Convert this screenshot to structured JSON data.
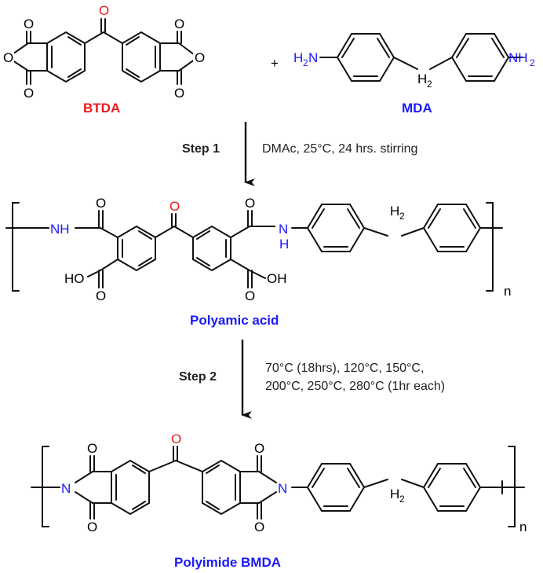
{
  "colors": {
    "bond": "#111111",
    "carbonyl_highlight": "#e8191c",
    "nitrogen": "#1a1aff",
    "btda_label": "#e8191c",
    "product_label": "#1a1aff",
    "text": "#222222"
  },
  "reactants": {
    "btda": {
      "label": "BTDA",
      "atoms": {
        "o_top_left": "O",
        "o_ring_left": "O",
        "o_bottom_left": "O",
        "o_center": "O",
        "o_top_right": "O",
        "o_ring_right": "O",
        "o_bottom_right": "O"
      }
    },
    "plus": "+",
    "mda": {
      "label": "MDA",
      "amine_left": "H",
      "amine_left_sub": "2",
      "amine_left_n": "N",
      "amine_right": "NH",
      "amine_right_sub": "2",
      "bridge": "H",
      "bridge_sub": "2"
    }
  },
  "step1": {
    "label": "Step 1",
    "conditions": "DMAc, 25°C, 24 hrs. stirring"
  },
  "polyamic_acid": {
    "label": "Polyamic acid",
    "nh_left": "NH",
    "n_right": "N",
    "h_right": "H",
    "o_amide_left": "O",
    "o_center": "O",
    "o_amide_right": "O",
    "oh_left": "HO",
    "oh_right": "OH",
    "o_acid_left": "O",
    "o_acid_right": "O",
    "bridge": "H",
    "bridge_sub": "2",
    "repeat": "n"
  },
  "step2": {
    "label": "Step 2",
    "conditions_line1": "70°C (18hrs), 120°C, 150°C,",
    "conditions_line2": "200°C, 250°C, 280°C (1hr each)"
  },
  "polyimide": {
    "label": "Polyimide BMDA",
    "n_left": "N",
    "n_right": "N",
    "o_top_left": "O",
    "o_center": "O",
    "o_top_right": "O",
    "o_bottom_left": "O",
    "o_bottom_right": "O",
    "bridge": "H",
    "bridge_sub": "2",
    "repeat": "n"
  }
}
